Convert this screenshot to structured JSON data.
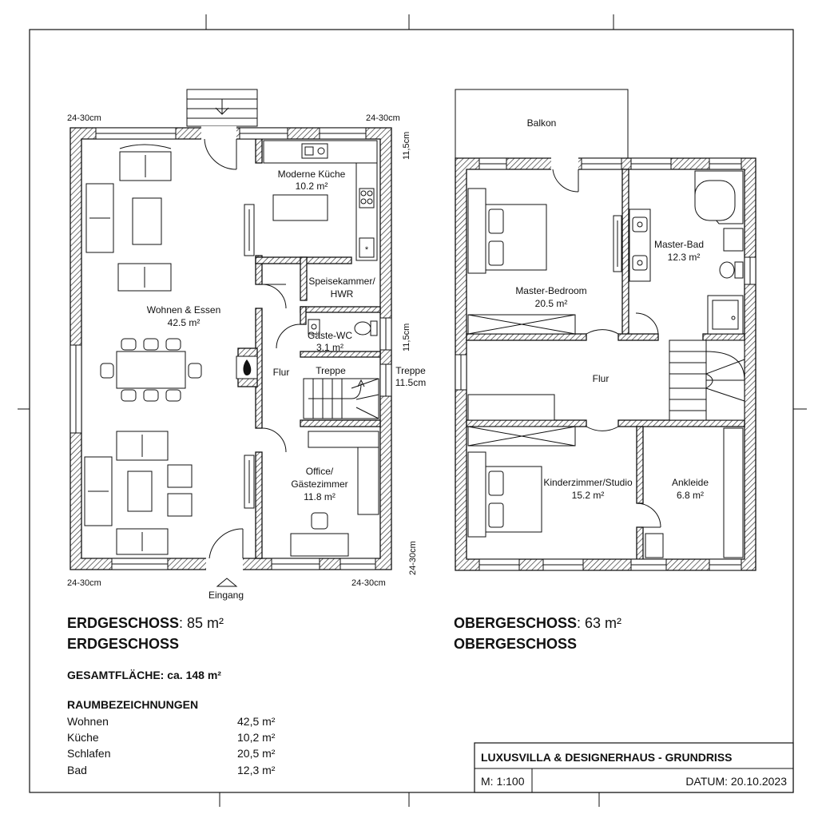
{
  "dimensions": {
    "eg_top_left": "24-30cm",
    "eg_top_right": "24-30cm",
    "eg_bottom_left": "24-30cm",
    "eg_bottom_right": "24-30cm",
    "eg_right_top": "11,5cm",
    "eg_right_mid": "11,5cm",
    "eg_right_bottom": "24-30cm"
  },
  "ground_floor": {
    "entrance": "Eingang",
    "rooms": {
      "wohnen_name": "Wohnen & Essen",
      "wohnen_area": "42.5 m²",
      "kueche_name": "Moderne Küche",
      "kueche_area": "10.2 m²",
      "speise_name1": "Speisekammer/",
      "speise_name2": "HWR",
      "wc_name": "Gäste-WC",
      "wc_area": "3.1 m²",
      "flur": "Flur",
      "treppe": "Treppe",
      "treppe_side1": "Treppe",
      "treppe_side2": "11.5cm",
      "office_name1": "Office/",
      "office_name2": "Gästezimmer",
      "office_area": "11.8 m²"
    }
  },
  "upper_floor": {
    "rooms": {
      "balkon": "Balkon",
      "master_bed_name": "Master-Bedroom",
      "master_bed_area": "20.5 m²",
      "master_bad_name": "Master-Bad",
      "master_bad_area": "12.3 m²",
      "flur": "Flur",
      "kinder_name": "Kinderzimmer/Studio",
      "kinder_area": "15.2 m²",
      "ankleide_name": "Ankleide",
      "ankleide_area": "6.8 m²"
    }
  },
  "summary": {
    "eg_label": "ERDGESCHOSS",
    "eg_area": ": 85 m²",
    "eg_label2": "ERDGESCHOSS",
    "og_label": "OBERGESCHOSS",
    "og_area": ": 63 m²",
    "og_label2": "OBERGESCHOSS",
    "total": "GESAMTFLÄCHE: ca. 148 m²",
    "room_heading": "RAUMBEZEICHNUNGEN",
    "room_list": [
      {
        "name": "Wohnen",
        "area": "42,5 m²"
      },
      {
        "name": "Küche",
        "area": "10,2 m²"
      },
      {
        "name": "Schlafen",
        "area": "20,5 m²"
      },
      {
        "name": "Bad",
        "area": "12,3 m²"
      }
    ]
  },
  "title_block": {
    "title": "LUXUSVILLA & DESIGNERHAUS - GRUNDRISS",
    "scale": "M: 1:100",
    "date": "DATUM: 20.10.2023"
  }
}
